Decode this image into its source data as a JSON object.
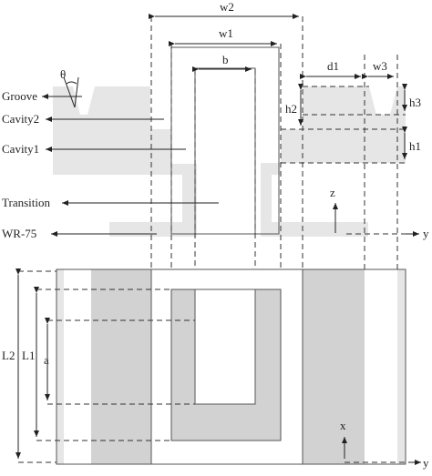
{
  "labels": {
    "groove": "Groove",
    "cavity2": "Cavity2",
    "cavity1": "Cavity1",
    "transition": "Transition",
    "wr75": "WR-75",
    "theta": "θ"
  },
  "dimensions": {
    "w2": "w2",
    "w1": "w1",
    "b": "b",
    "d1": "d1",
    "w3": "w3",
    "h2": "h2",
    "h3": "h3",
    "h1": "h1",
    "L2": "L2",
    "L1": "L1",
    "a": "a"
  },
  "axes_side": {
    "z": "z",
    "y": "y"
  },
  "axes_top": {
    "x": "x",
    "y": "y"
  },
  "colors": {
    "light_gray": "#e6e6e6",
    "mid_gray": "#d2d2d2",
    "line": "#555555"
  }
}
